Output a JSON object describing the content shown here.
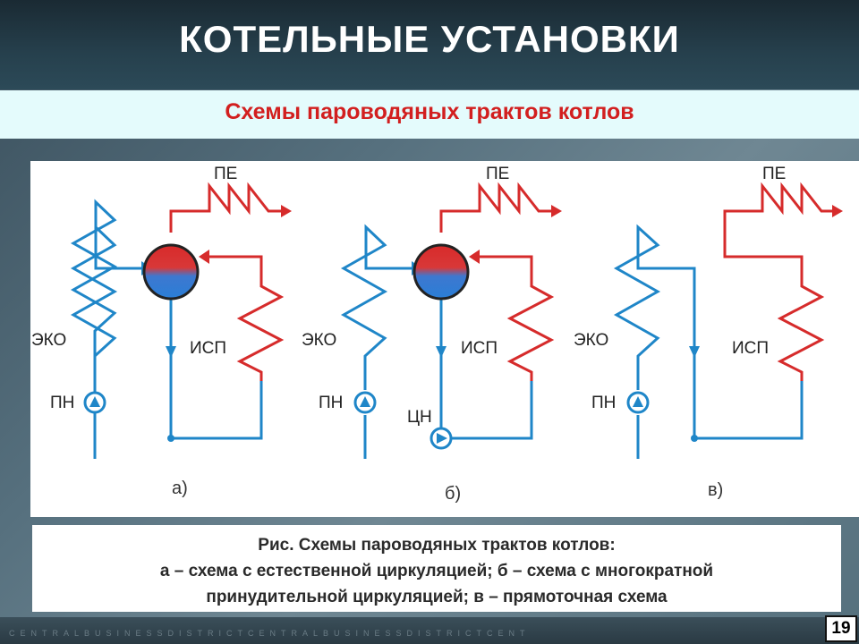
{
  "slide": {
    "title": "КОТЕЛЬНЫЕ УСТАНОВКИ",
    "subtitle": "Схемы пароводяных трактов котлов",
    "page_number": "19",
    "watermark": "CENTRALBUSINESSDISTRICTCENTRALBUSINESSDISTRICTCENT"
  },
  "diagram": {
    "colors": {
      "water": "#1f86c8",
      "steam": "#d62b2b"
    },
    "a": {
      "pe": "ПЕ",
      "eko": "ЭКО",
      "isp": "ИСП",
      "pn": "ПН",
      "label": "а)"
    },
    "b": {
      "pe": "ПЕ",
      "eko": "ЭКО",
      "isp": "ИСП",
      "pn": "ПН",
      "cn": "ЦН",
      "label": "б)"
    },
    "c": {
      "pe": "ПЕ",
      "eko": "ЭКО",
      "isp": "ИСП",
      "pn": "ПН",
      "label": "в)"
    }
  },
  "caption": {
    "line1": "Рис. Схемы пароводяных трактов котлов:",
    "line2": "а – схема с естественной циркуляцией; б – схема с многократной",
    "line3": "принудительной циркуляцией; в – прямоточная схема"
  }
}
